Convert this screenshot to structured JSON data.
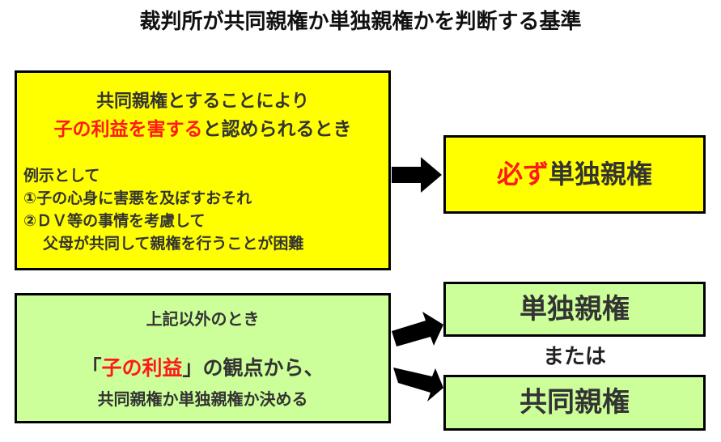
{
  "title": "裁判所が共同親権か単独親権かを判断する基準",
  "colors": {
    "yellow": "#ffff00",
    "green": "#ccff99",
    "emphasis_red": "#ff1a1a",
    "text": "#333333"
  },
  "harm_box": {
    "line1": "共同親権とすることにより",
    "line2_red": "子の利益を害する",
    "line2_rest": "と認められるとき",
    "examples_heading": "例示として",
    "example1": "①子の心身に害悪を及ぼすおそれ",
    "example2": "②ＤＶ等の事情を考慮して",
    "example2_cont": "父母が共同して親権を行うことが困難"
  },
  "must_sole_box": {
    "red": "必ず",
    "rest": "単独親権"
  },
  "other_box": {
    "line1": "上記以外のとき",
    "line2_open": "「",
    "line2_red": "子の利益",
    "line2_rest": "」の観点から、",
    "line3": "共同親権か単独親権か決める"
  },
  "sole_box": {
    "label": "単独親権"
  },
  "or_label": "または",
  "joint_box": {
    "label": "共同親権"
  },
  "icons": [
    "arrow-right-icon",
    "arrow-up-right-icon",
    "arrow-down-right-icon"
  ]
}
